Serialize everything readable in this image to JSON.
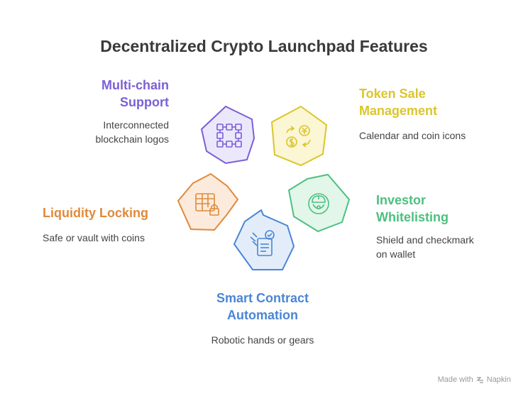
{
  "title": "Decentralized Crypto Launchpad Features",
  "features": [
    {
      "id": "multichain",
      "title_lines": [
        "Multi-chain",
        "Support"
      ],
      "desc_lines": [
        "Interconnected",
        "blockchain logos"
      ],
      "color": "#7b5fd6",
      "fill": "#ece8fb",
      "icon": "blockchain-grid-icon"
    },
    {
      "id": "tokensale",
      "title_lines": [
        "Token Sale",
        "Management"
      ],
      "desc_lines": [
        "Calendar and coin icons"
      ],
      "color": "#dcc52b",
      "fill": "#fbf6d3",
      "icon": "currency-exchange-icon"
    },
    {
      "id": "whitelisting",
      "title_lines": [
        "Investor",
        "Whitelisting"
      ],
      "desc_lines": [
        "Shield and checkmark",
        "on wallet"
      ],
      "color": "#4dc07f",
      "fill": "#e2f6ea",
      "icon": "worker-gear-icon"
    },
    {
      "id": "automation",
      "title_lines": [
        "Smart Contract",
        "Automation"
      ],
      "desc_lines": [
        "Robotic hands or gears"
      ],
      "color": "#4a86d4",
      "fill": "#e3edfa",
      "icon": "contract-document-icon"
    },
    {
      "id": "liquidity",
      "title_lines": [
        "Liquidity Locking"
      ],
      "desc_lines": [
        "Safe or vault with coins"
      ],
      "color": "#df8a3a",
      "fill": "#fcebdc",
      "icon": "locked-table-icon"
    }
  ],
  "footer": {
    "made_with": "Made with",
    "brand": "Napkin"
  }
}
